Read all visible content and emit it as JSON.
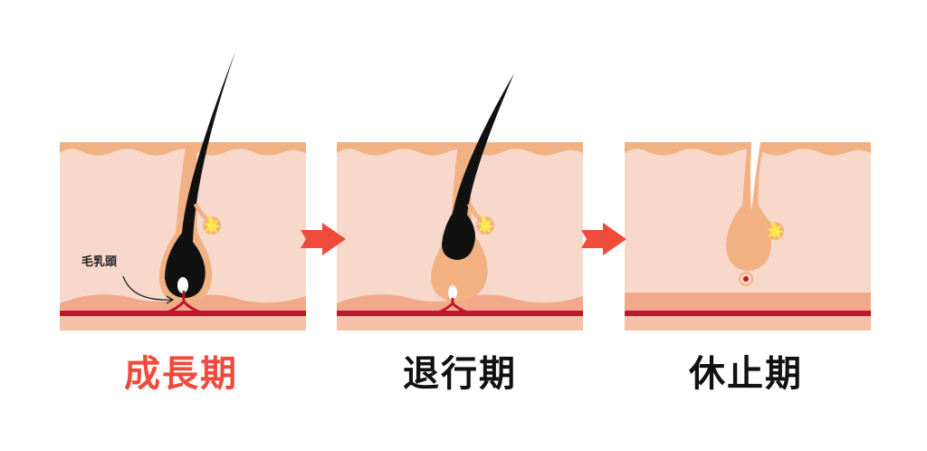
{
  "colors": {
    "skin": "#f8d8cb",
    "epidermis": "#f2b183",
    "dermis_lower": "#f0a98a",
    "blood_vessel": "#c0152a",
    "hair": "#111111",
    "arrow": "#ef4a3a",
    "active_label": "#ef4a3a",
    "label": "#111111"
  },
  "callout": {
    "label": "毛乳頭"
  },
  "stages": [
    {
      "label": "成長期"
    },
    {
      "label": "退行期"
    },
    {
      "label": "休止期"
    }
  ]
}
